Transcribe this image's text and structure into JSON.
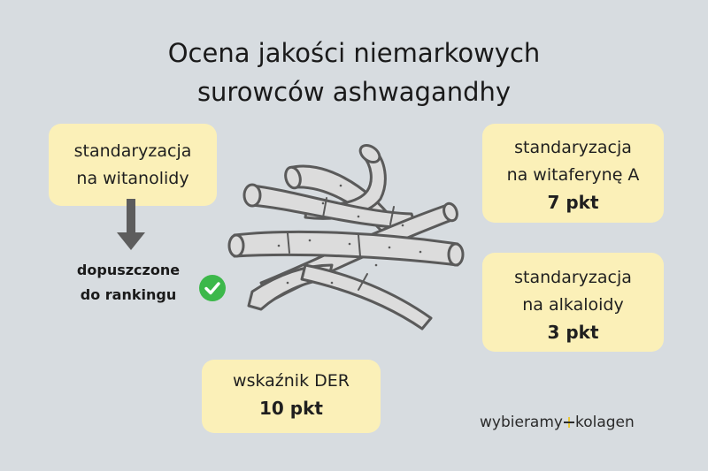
{
  "title": {
    "line1": "Ocena jakości niemarkowych",
    "line2": "surowców ashwagandhy"
  },
  "cards": {
    "witanolidy": {
      "line1": "standaryzacja",
      "line2": "na witanolidy"
    },
    "witaferyna": {
      "line1": "standaryzacja",
      "line2": "na witaferynę A",
      "points": "7 pkt"
    },
    "alkaloidy": {
      "line1": "standaryzacja",
      "line2": "na alkaloidy",
      "points": "3 pkt"
    },
    "der": {
      "line1": "wskaźnik DER",
      "points": "10 pkt"
    }
  },
  "accepted": {
    "line1": "dopuszczone",
    "line2": "do rankingu"
  },
  "brand": {
    "part1": "wybieramy",
    "part2": "kolagen"
  },
  "colors": {
    "background": "#d7dce0",
    "card": "#fbf0b8",
    "check": "#3cb84a",
    "arrow": "#5d5d5d",
    "root_fill": "#dcdcdc",
    "root_stroke": "#5a5a5a"
  },
  "icons": [
    "arrow-down-icon",
    "check-circle-icon",
    "ashwagandha-roots-illustration"
  ]
}
